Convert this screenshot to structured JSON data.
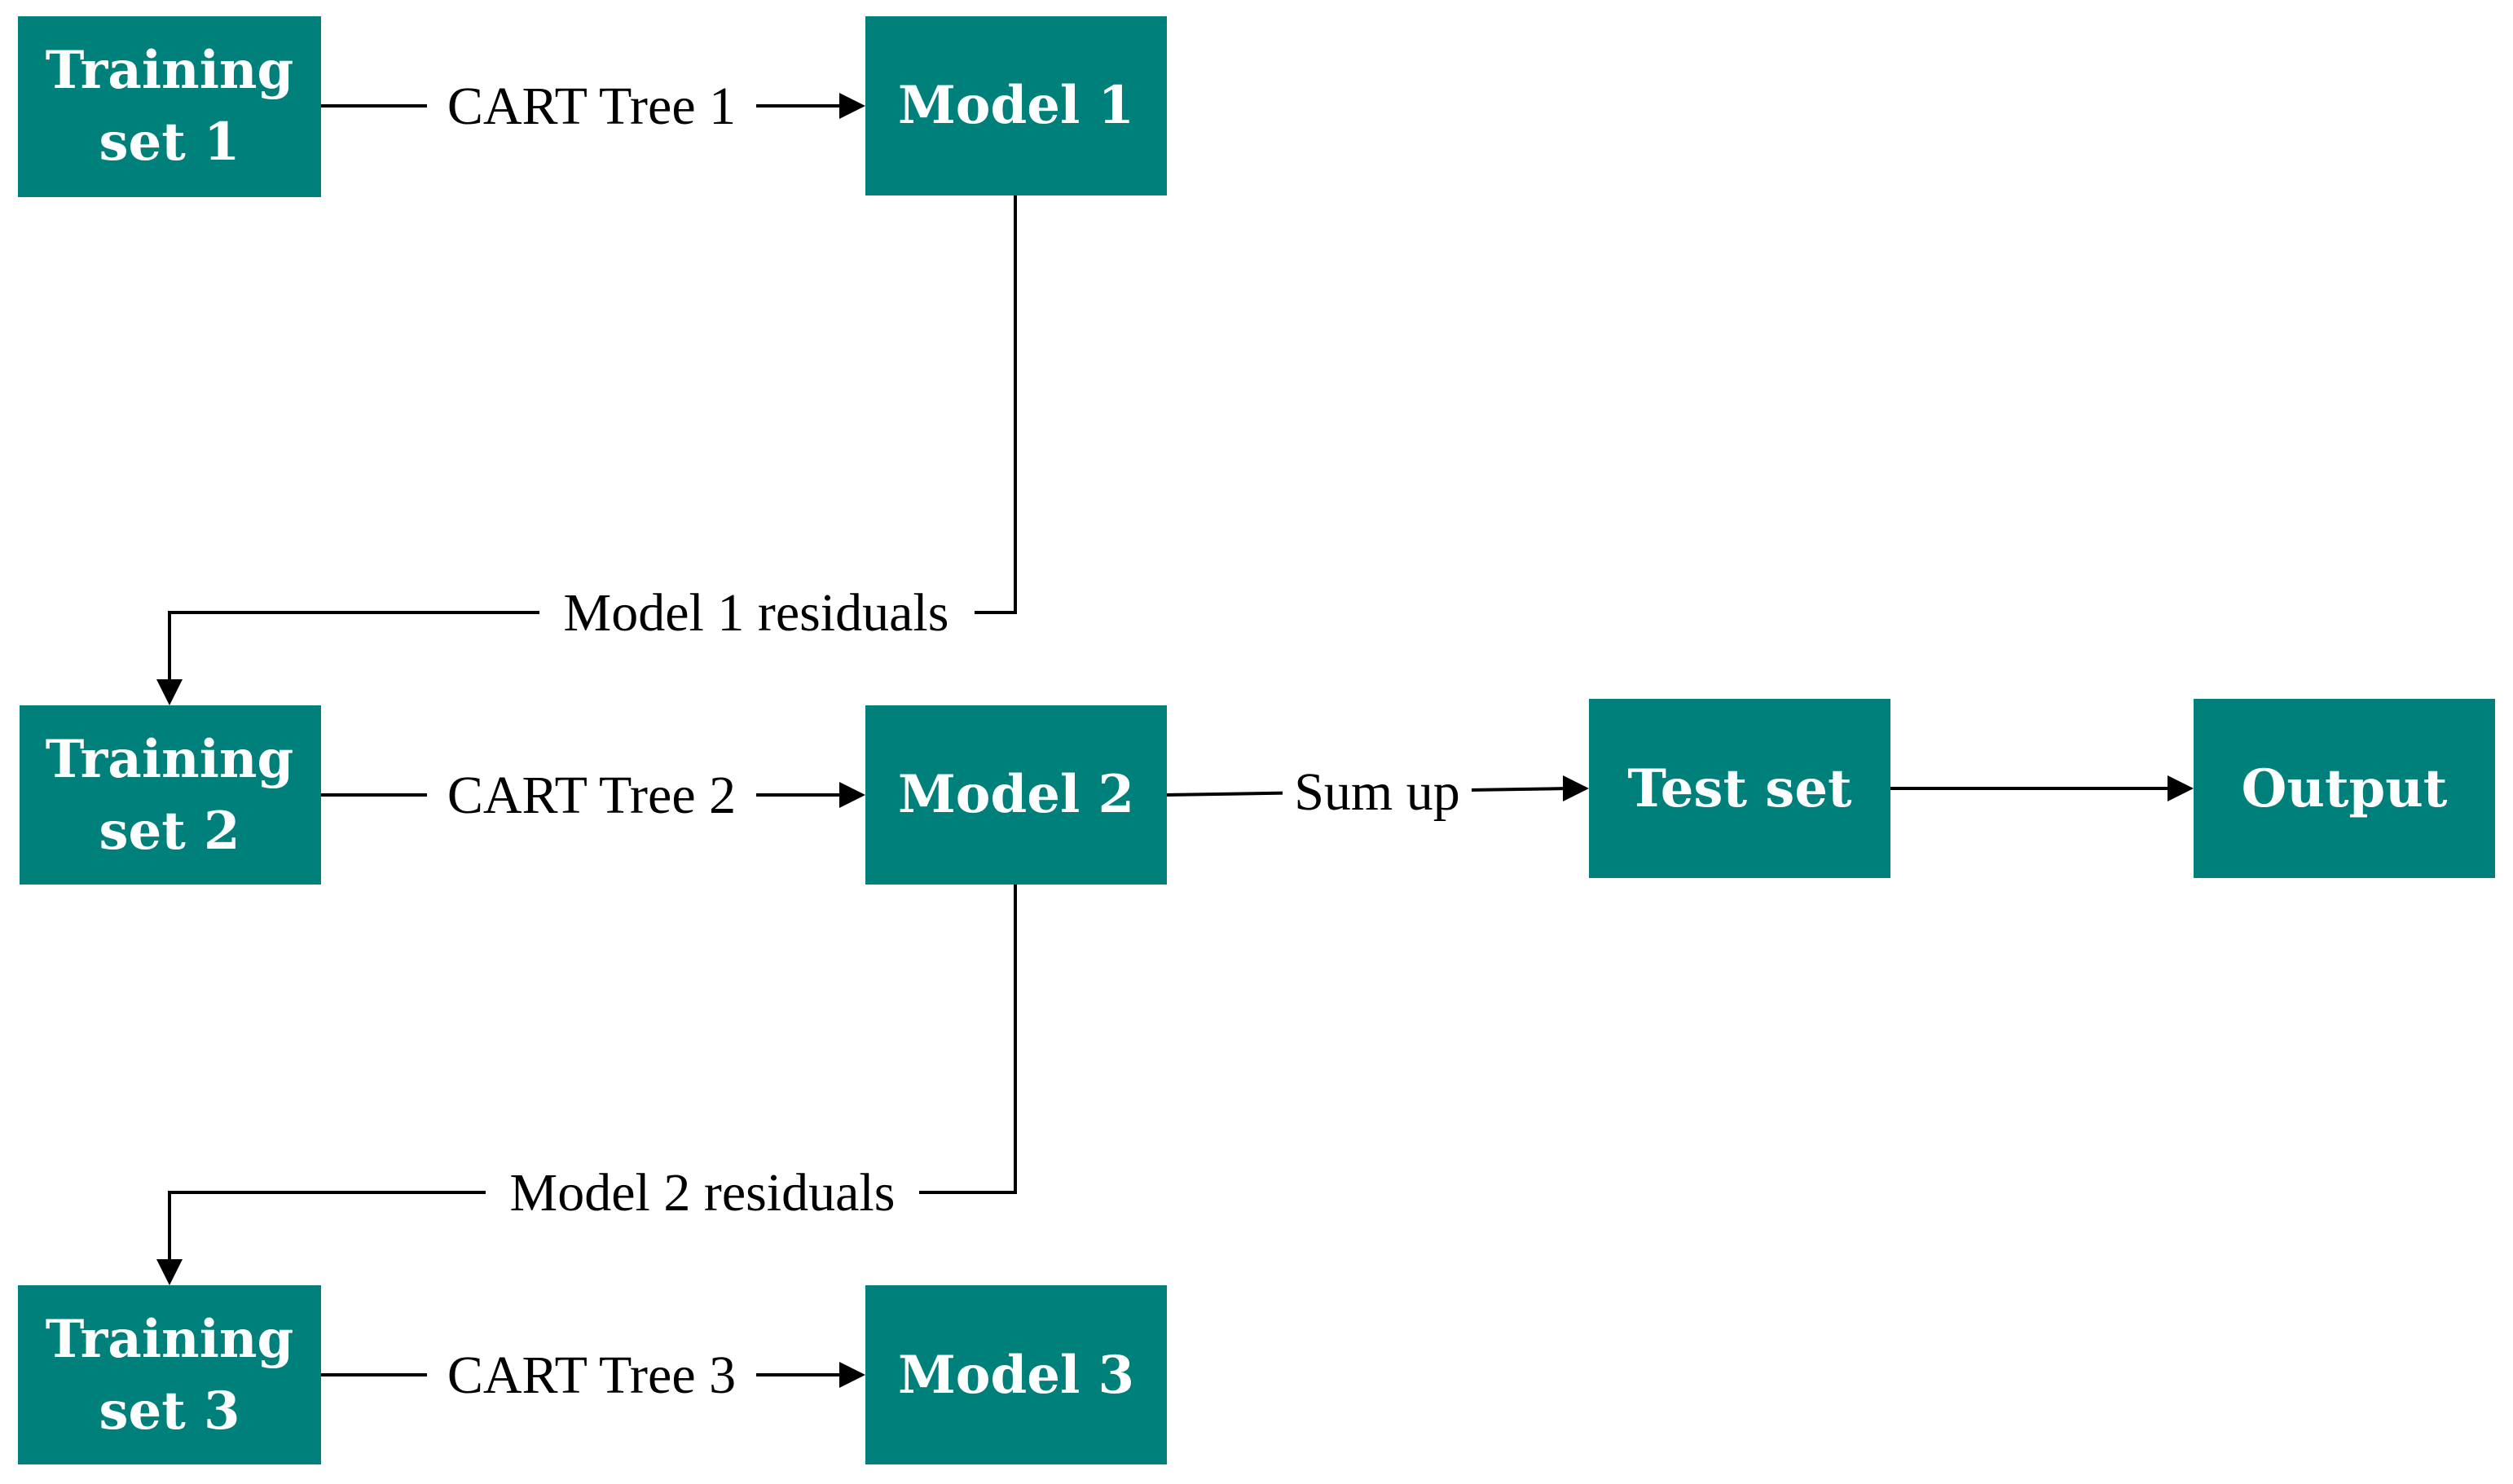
{
  "colors": {
    "node_fill": "#00807a",
    "node_text": "#ffffff",
    "edge": "#000000"
  },
  "nodes": {
    "training_set_1": [
      "Training",
      "set 1"
    ],
    "training_set_2": [
      "Training",
      "set 2"
    ],
    "training_set_3": [
      "Training",
      "set 3"
    ],
    "model_1": "Model 1",
    "model_2": "Model 2",
    "model_3": "Model 3",
    "test_set": "Test set",
    "output": "Output"
  },
  "edges": {
    "cart_tree_1": "CART Tree 1",
    "cart_tree_2": "CART Tree 2",
    "cart_tree_3": "CART Tree 3",
    "model_1_residuals": "Model 1 residuals",
    "model_2_residuals": "Model 2 residuals",
    "sum_up": "Sum up"
  }
}
